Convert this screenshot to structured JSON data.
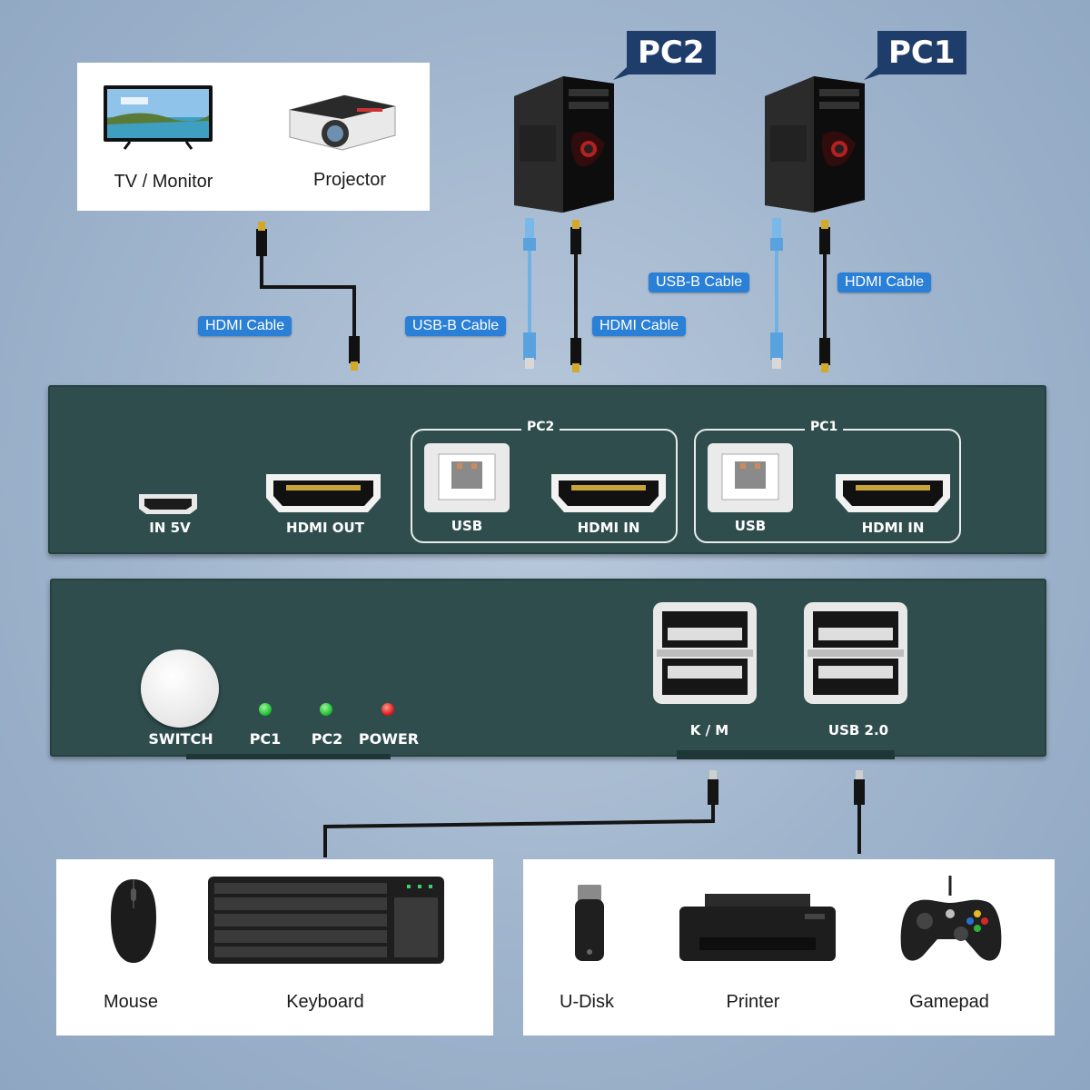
{
  "callouts": {
    "pc2": "PC2",
    "pc1": "PC1"
  },
  "display_devices": {
    "tv_monitor": "TV / Monitor",
    "projector": "Projector"
  },
  "cable_tags": {
    "hdmi_display": "HDMI Cable",
    "usbb_pc2": "USB-B Cable",
    "hdmi_pc2": "HDMI Cable",
    "usbb_pc1": "USB-B Cable",
    "hdmi_pc1": "HDMI Cable"
  },
  "back_panel": {
    "in_5v": "IN 5V",
    "hdmi_out": "HDMI OUT",
    "group_pc2": "PC2",
    "group_pc1": "PC1",
    "usb_pc2": "USB",
    "hdmi_in_pc2": "HDMI IN",
    "usb_pc1": "USB",
    "hdmi_in_pc1": "HDMI IN"
  },
  "front_panel": {
    "switch": "SWITCH",
    "led_pc1": "PC1",
    "led_pc2": "PC2",
    "led_power": "POWER",
    "km": "K / M",
    "usb20": "USB 2.0"
  },
  "peripherals_left": {
    "mouse": "Mouse",
    "keyboard": "Keyboard"
  },
  "peripherals_right": {
    "udisk": "U-Disk",
    "printer": "Printer",
    "gamepad": "Gamepad"
  },
  "colors": {
    "panel": "#2f4d4d",
    "tag": "#2a7fd6",
    "callout": "#1f3d6a",
    "led_green": "#27c43a",
    "led_red": "#e02020"
  }
}
